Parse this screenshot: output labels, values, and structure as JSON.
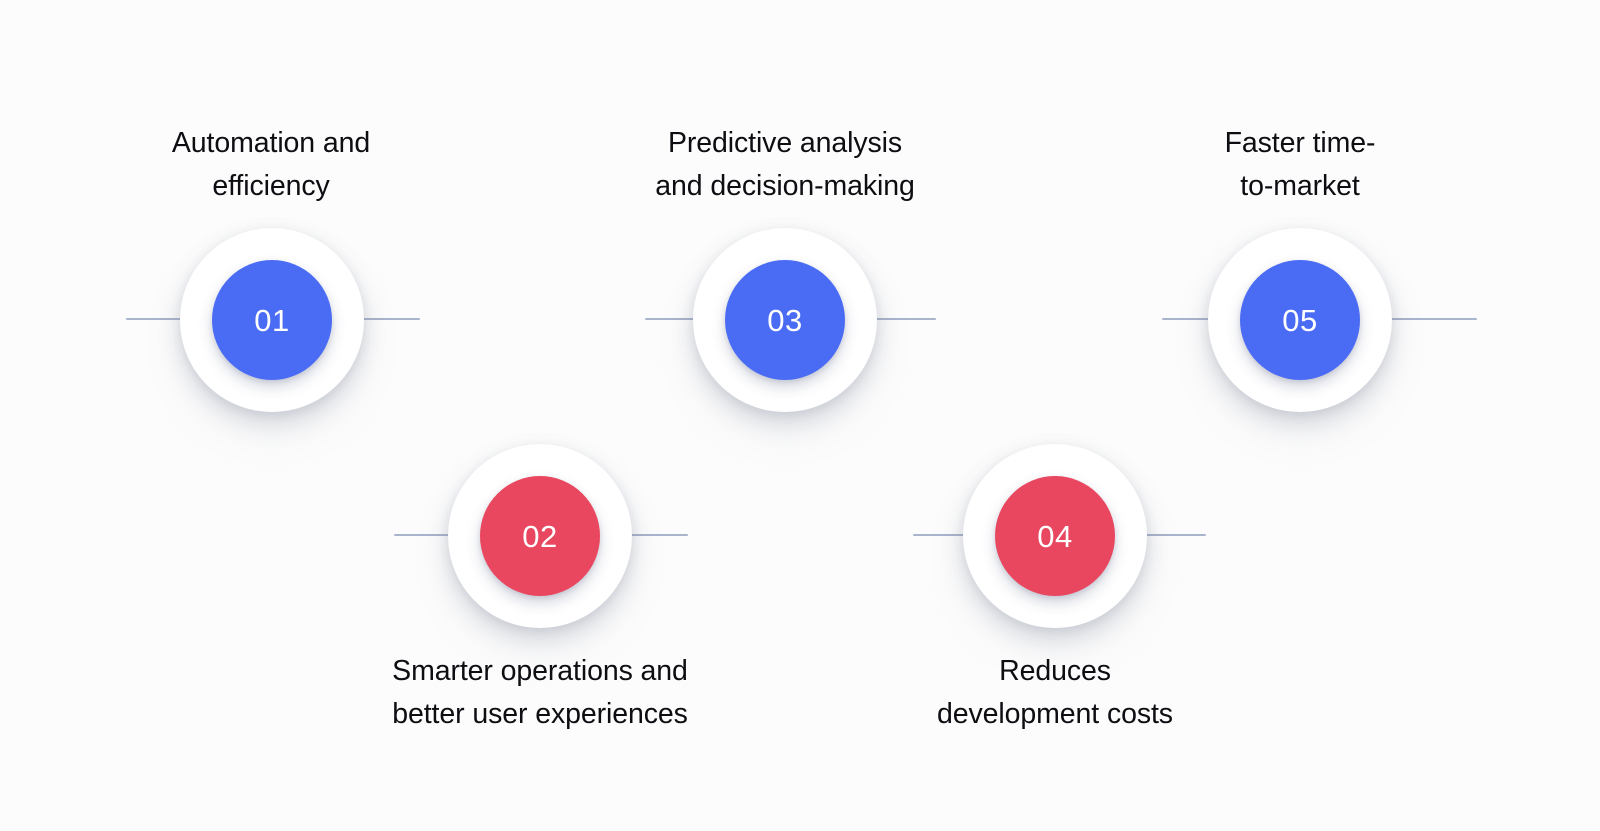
{
  "diagram": {
    "title": "Benefits process infographic",
    "background_color": "#fcfcfc",
    "connector_color": "#a9b4cd",
    "accent_blue": "#4a6cf5",
    "accent_red": "#e8475f",
    "label_color": "#0d0d12",
    "number_color": "#ffffff"
  },
  "steps": [
    {
      "number": "01",
      "label": "Automation and\nefficiency",
      "color_name": "blue",
      "color": "#4a6cf5",
      "label_position": "above"
    },
    {
      "number": "02",
      "label": "Smarter operations and\nbetter user experiences",
      "color_name": "red",
      "color": "#e8475f",
      "label_position": "below"
    },
    {
      "number": "03",
      "label": "Predictive analysis\nand decision-making",
      "color_name": "blue",
      "color": "#4a6cf5",
      "label_position": "above"
    },
    {
      "number": "04",
      "label": "Reduces\ndevelopment costs",
      "color_name": "red",
      "color": "#e8475f",
      "label_position": "below"
    },
    {
      "number": "05",
      "label": "Faster time-\nto-market",
      "color_name": "blue",
      "color": "#4a6cf5",
      "label_position": "above"
    }
  ]
}
